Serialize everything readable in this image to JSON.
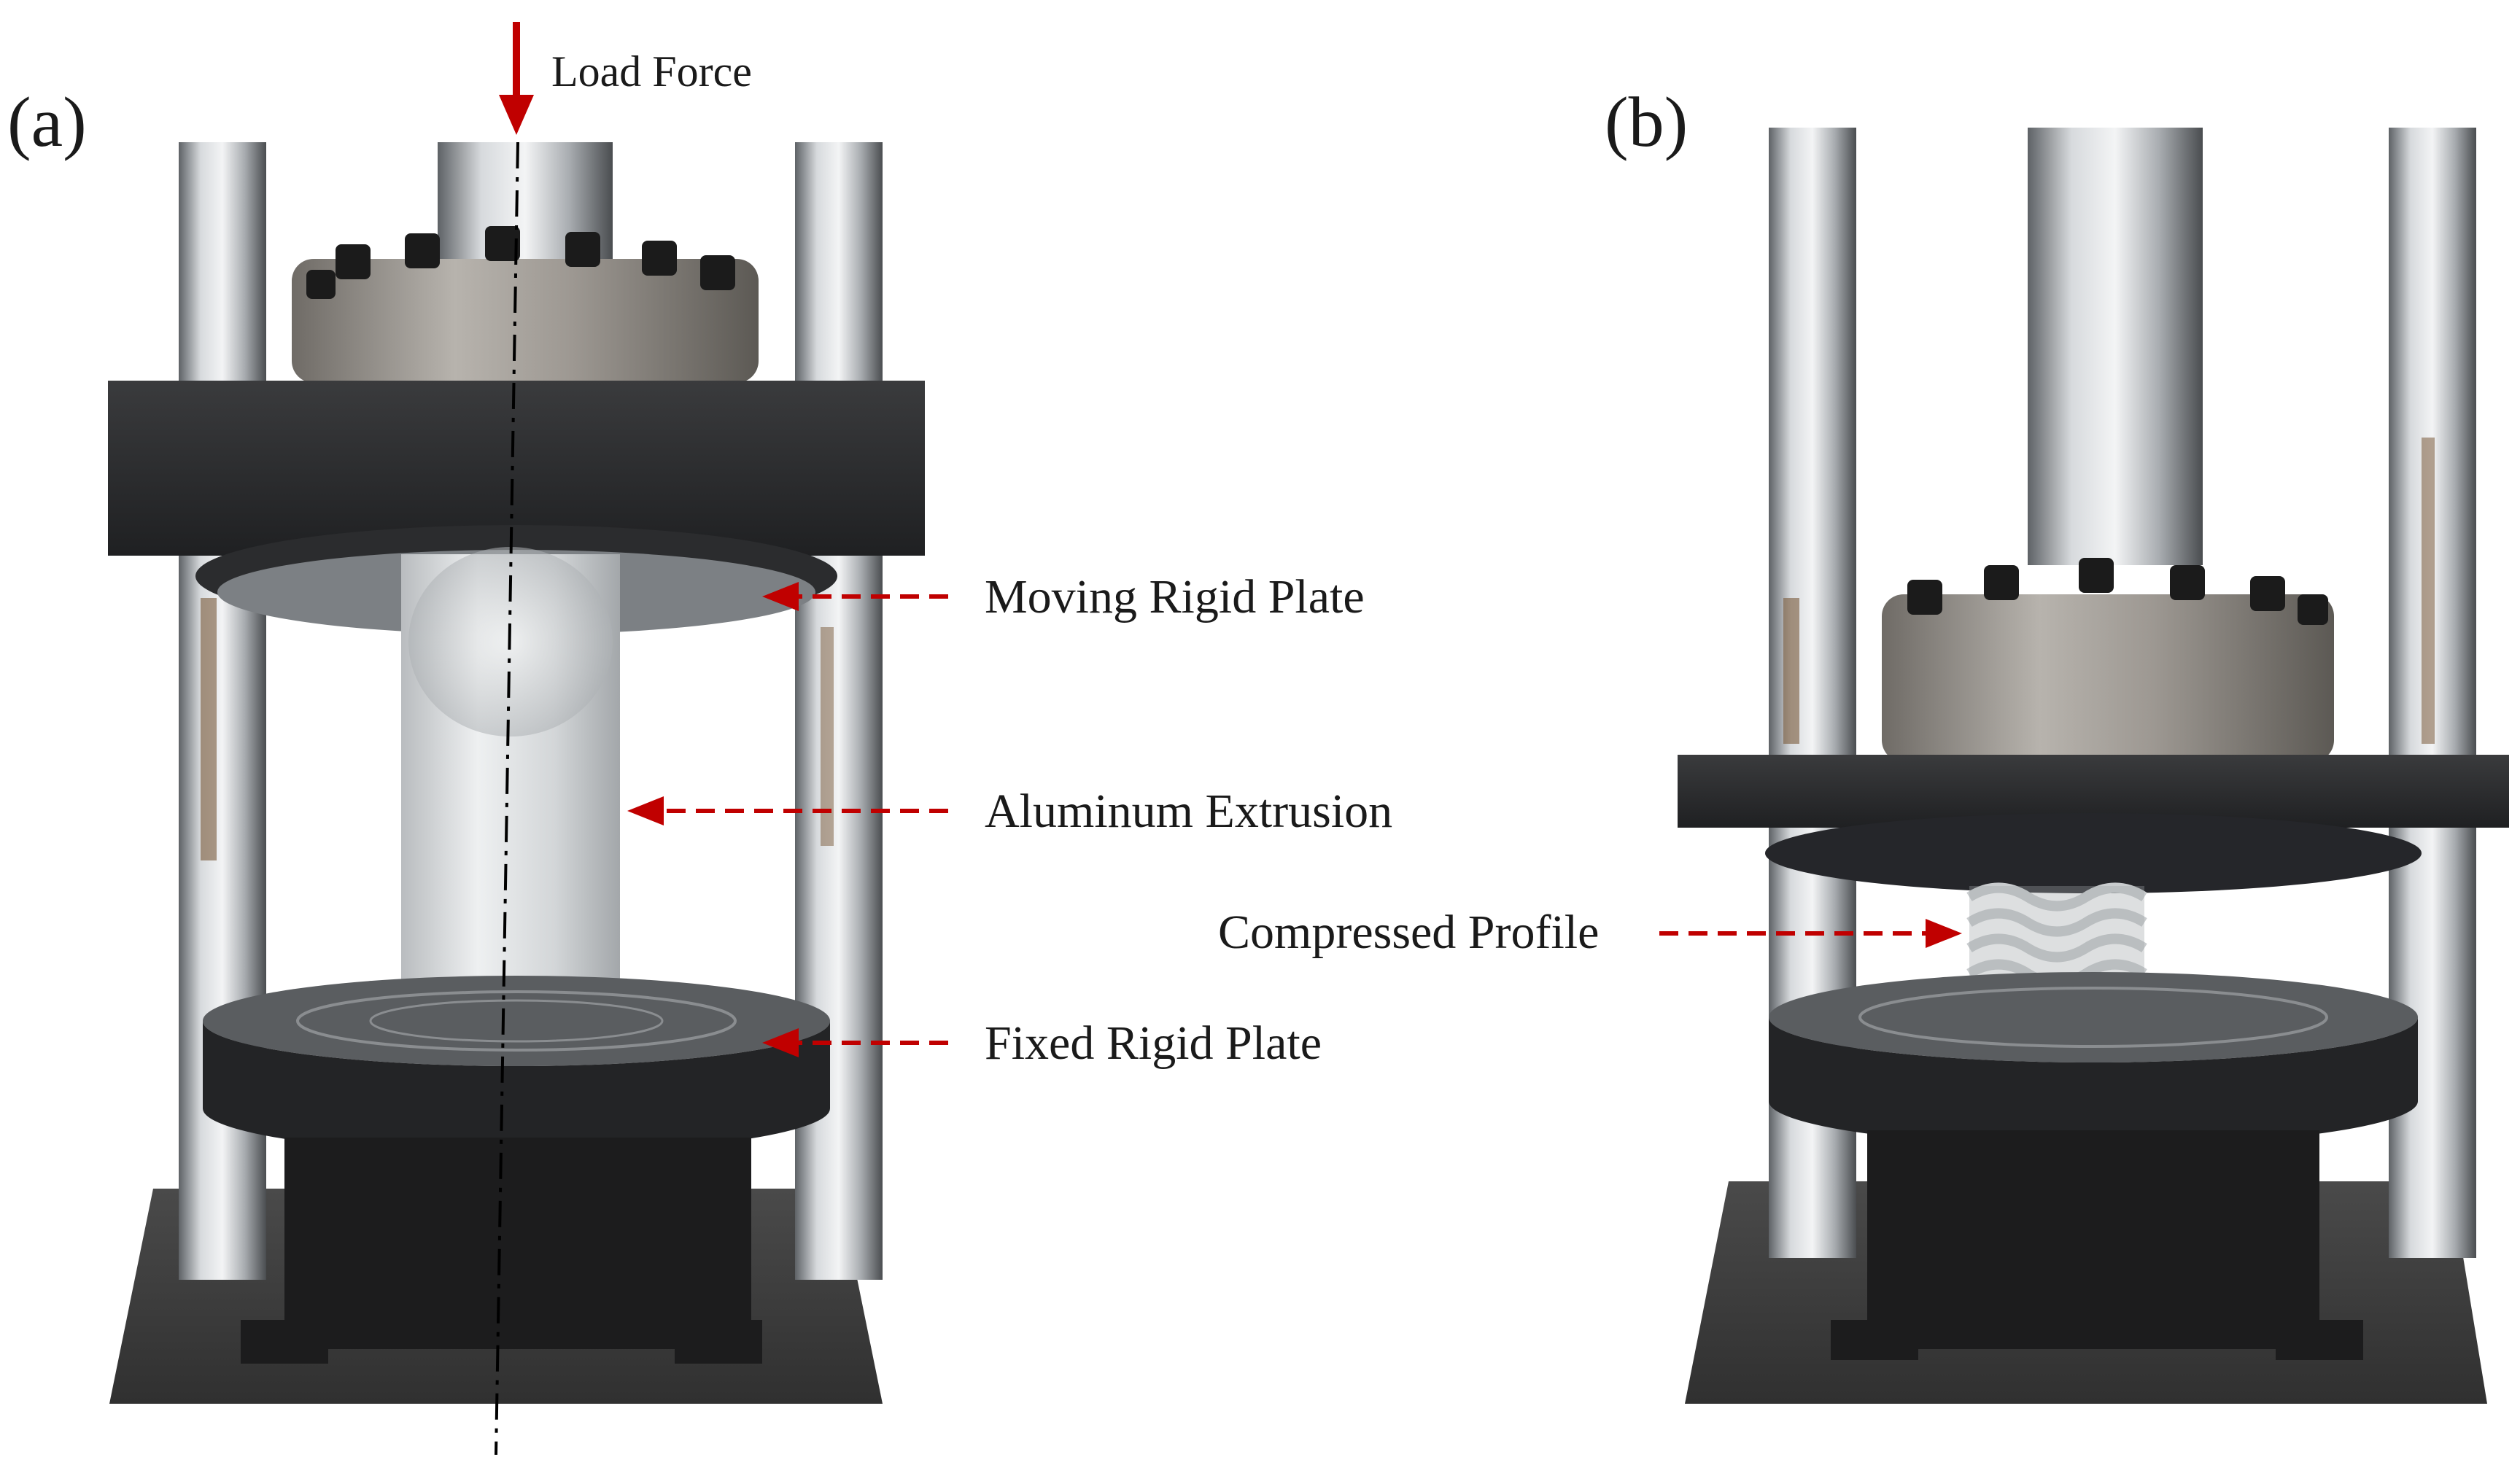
{
  "panel_a": {
    "tag": "(a)",
    "load_label": "Load Force",
    "callouts": {
      "moving_plate": "Moving Rigid Plate",
      "extrusion": "Aluminum Extrusion",
      "fixed_plate": "Fixed Rigid Plate"
    }
  },
  "panel_b": {
    "tag": "(b)",
    "callouts": {
      "compressed_profile": "Compressed Profile"
    }
  },
  "colors": {
    "arrow": "#c00000",
    "plate": "#2a2a2c",
    "steel": "#9a9c9e",
    "column": "#b9bcc0"
  }
}
